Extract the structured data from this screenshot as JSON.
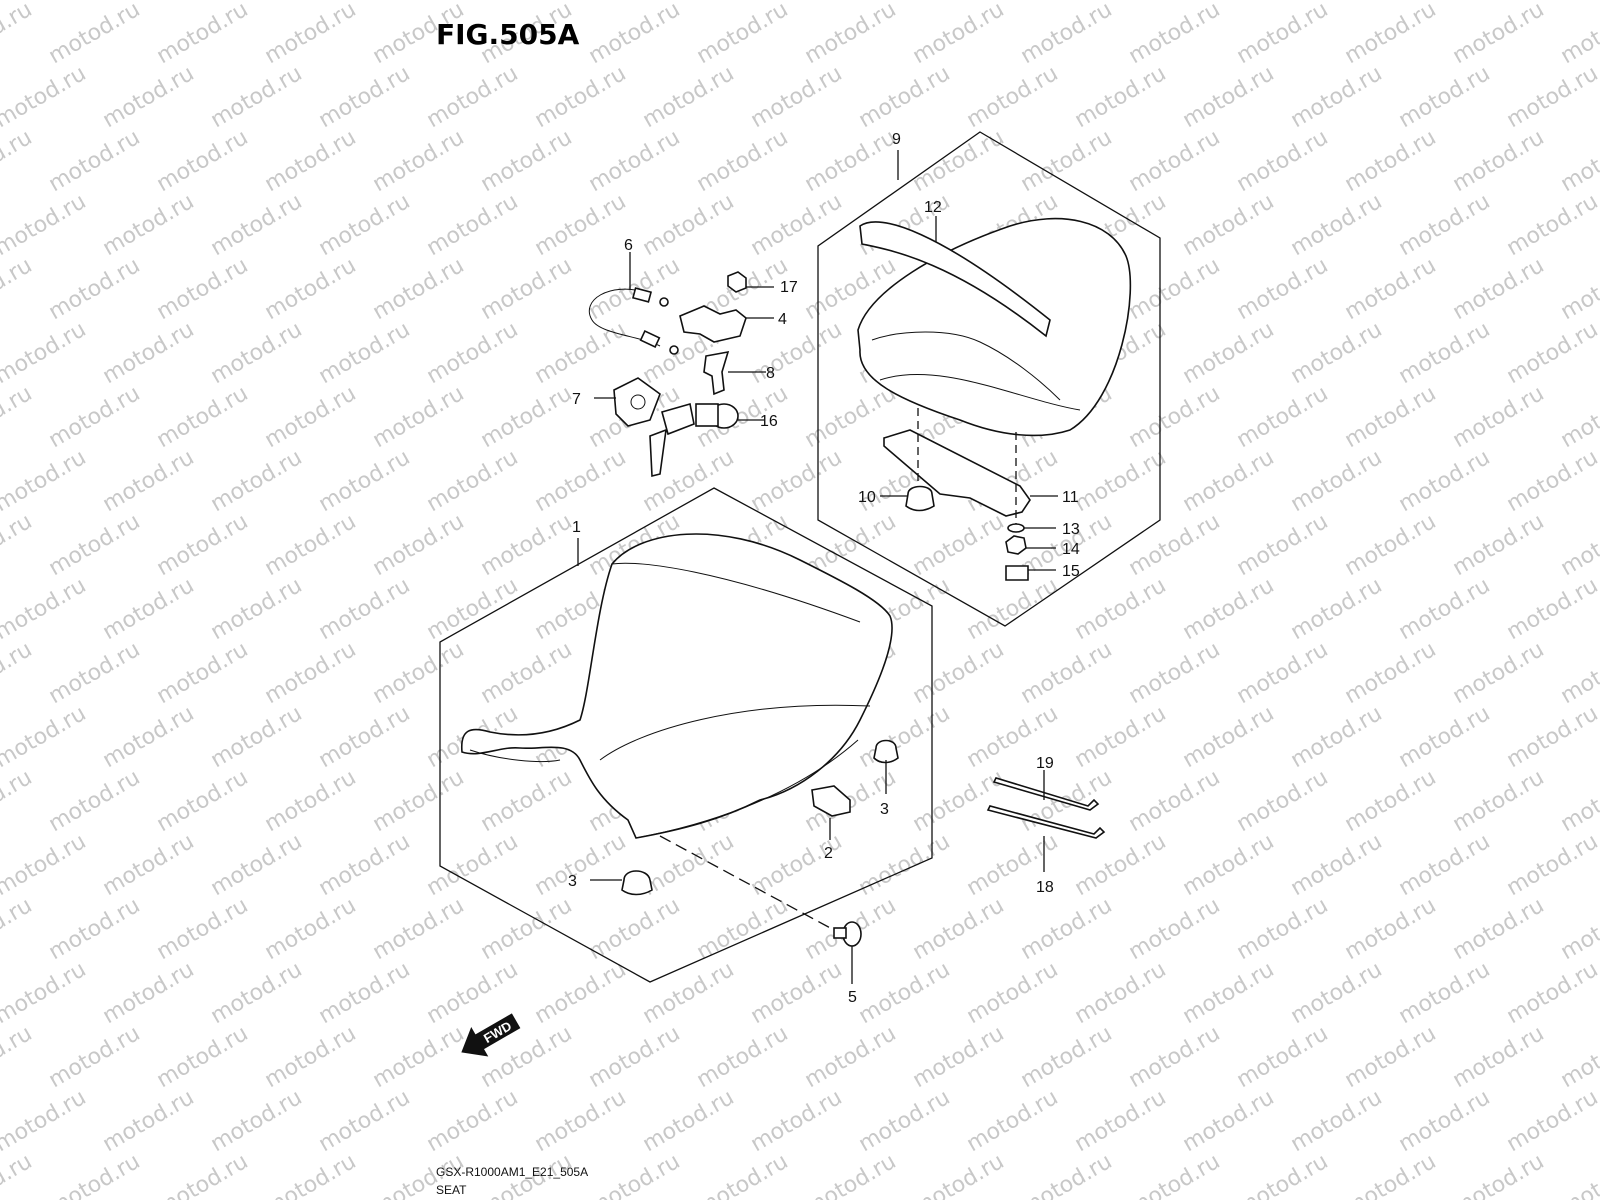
{
  "figure": {
    "title": "FIG.505A"
  },
  "watermark": {
    "text": "motod.ru",
    "color": "#c8c8c8"
  },
  "fwd_label": "FWD",
  "callouts": {
    "c1": "1",
    "c2": "2",
    "c3a": "3",
    "c3b": "3",
    "c4": "4",
    "c5": "5",
    "c6": "6",
    "c7": "7",
    "c8": "8",
    "c9": "9",
    "c10": "10",
    "c11": "11",
    "c12": "12",
    "c13": "13",
    "c14": "14",
    "c15": "15",
    "c16": "16",
    "c17": "17",
    "c18": "18",
    "c19": "19"
  },
  "footer": {
    "code": "GSX-R1000AM1_E21_505A",
    "name": "SEAT"
  }
}
